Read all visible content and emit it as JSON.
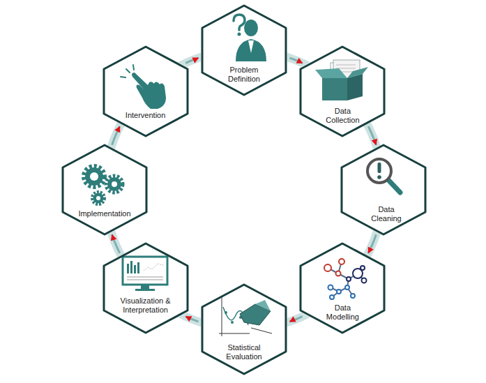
{
  "diagram": {
    "nodes": [
      {
        "text": [
          "Problem Definition"
        ]
      },
      {
        "text": [
          "Data Collection"
        ]
      },
      {
        "text": [
          "Data Cleaning"
        ]
      },
      {
        "text": [
          "Data Modelling"
        ]
      },
      {
        "text": [
          "Statistical Evaluation"
        ]
      },
      {
        "text": [
          "Visualization & Interpretation"
        ]
      },
      {
        "text": [
          "Implementation"
        ]
      },
      {
        "text": [
          "Intervention"
        ]
      }
    ],
    "edges": [
      {
        "from": 0,
        "to": 1,
        "arrow": "to"
      },
      {
        "from": 1,
        "to": 2,
        "arrow": "to"
      },
      {
        "from": 2,
        "to": 3,
        "arrow": "to"
      },
      {
        "from": 3,
        "to": 4,
        "arrow": "to"
      },
      {
        "from": 4,
        "to": 5,
        "arrow": "to"
      },
      {
        "from": 5,
        "to": 6,
        "arrow": "to"
      },
      {
        "from": 6,
        "to": 7,
        "arrow": "to"
      },
      {
        "from": 7,
        "to": 0,
        "arrow": "to"
      }
    ]
  }
}
